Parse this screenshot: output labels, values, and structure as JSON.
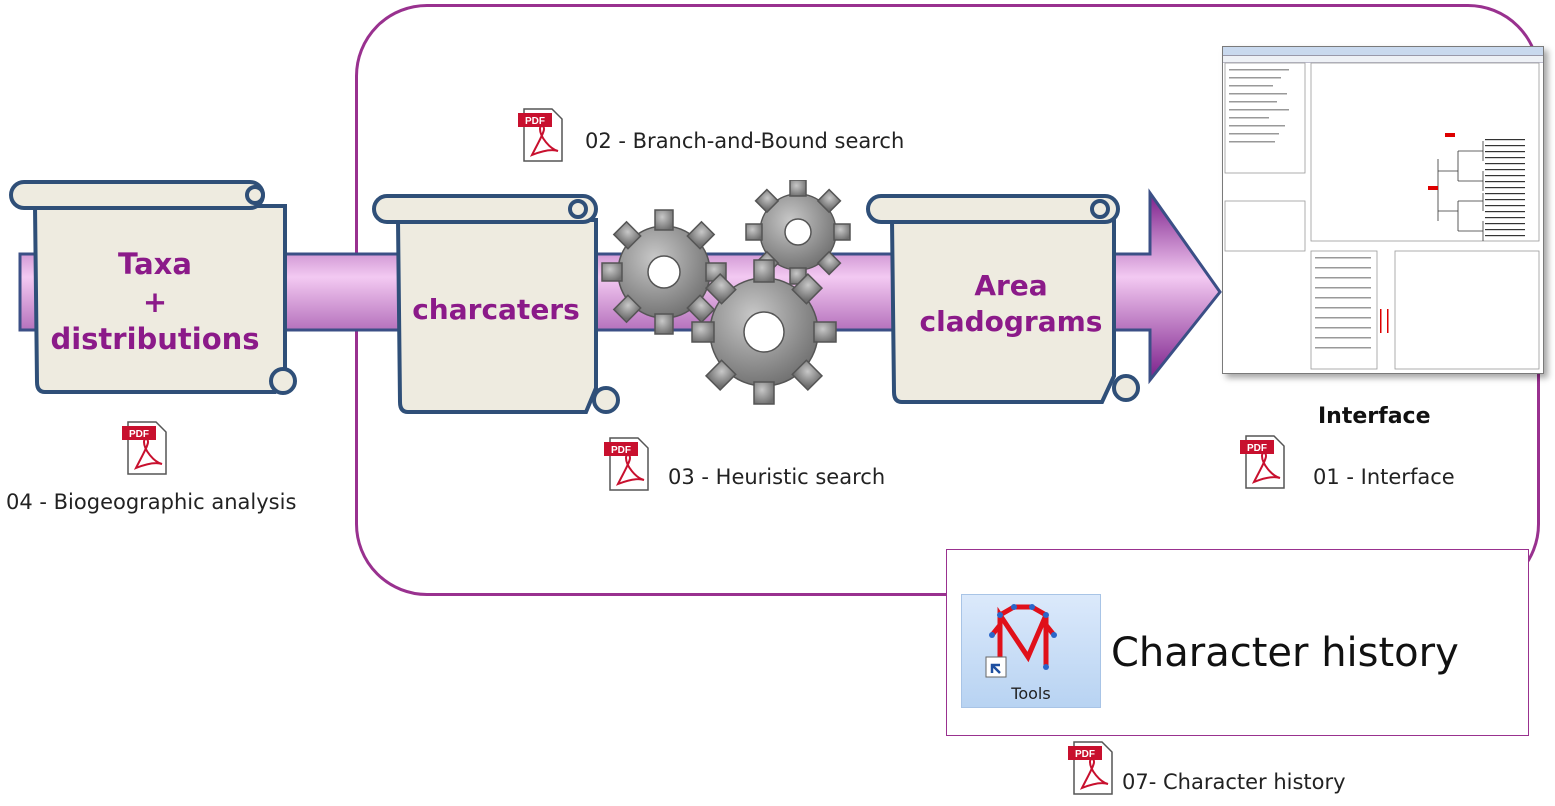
{
  "scrolls": {
    "taxa": "Taxa\n+\ndistributions",
    "characters": "charcaters",
    "area": "Area\ncladograms"
  },
  "pdf_icon_text": "PDF",
  "documents": {
    "branch_and_bound": "02 - Branch-and-Bound search",
    "heuristic": "03 - Heuristic search",
    "interface": "01 - Interface",
    "biogeographic": "04 - Biogeographic analysis",
    "character_history": "07- Character history"
  },
  "interface_title": "Interface",
  "character_history": {
    "title": "Character history",
    "tools_label": "Tools"
  },
  "colors": {
    "frame": "#99318f",
    "scroll_text": "#8b1a89",
    "scroll_fill": "#eeebe0",
    "scroll_border": "#2f4f78",
    "arrow_dark": "#7b1f8a",
    "arrow_light": "#f3c9f2",
    "pdf_red": "#c8102e"
  }
}
